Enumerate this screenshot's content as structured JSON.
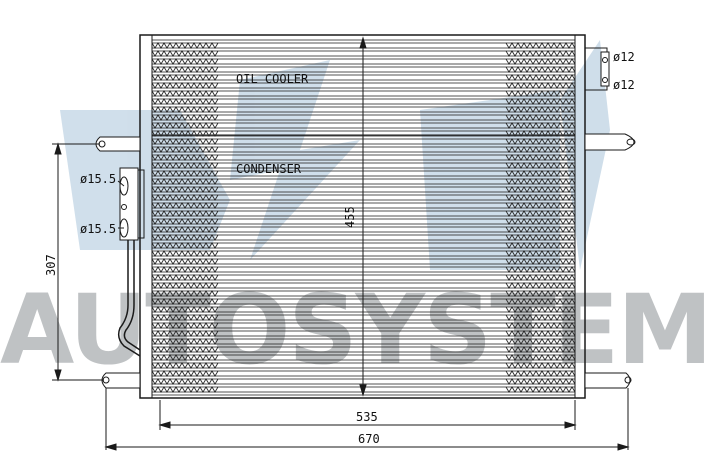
{
  "watermark": {
    "text": "AUTOSYSTEM",
    "color": "#b5b8ba",
    "logo_color": "#a9c4da"
  },
  "labels": {
    "oil_cooler": "OIL COOLER",
    "condenser": "CONDENSER",
    "pipe_upper": "ø15.5",
    "pipe_lower": "ø15.5",
    "conn_upper": "ø12",
    "conn_lower": "ø12"
  },
  "dimensions": {
    "height_core": "455",
    "height_left": "307",
    "width_core": "535",
    "width_total": "670"
  },
  "colors": {
    "line": "#1a1a1a",
    "fin_dark": "#2a2a2a"
  }
}
